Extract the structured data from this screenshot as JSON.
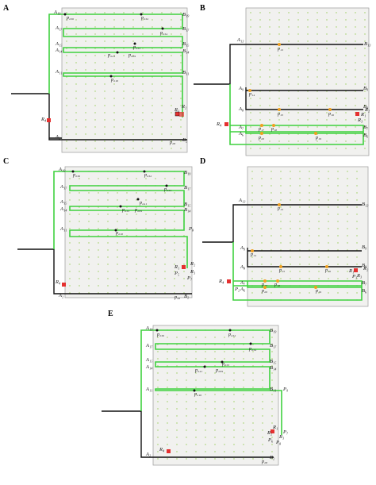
{
  "colors": {
    "green_path": "#3fd13f",
    "black_path": "#111111",
    "orange_point": "#f0a020",
    "red_marker": "#e53030",
    "grid_dot": "#9acd5a",
    "panel_fill": "#f1f1ef"
  },
  "panels": [
    {
      "id": "A",
      "letter": "A",
      "labels": [
        {
          "t": "A₁₉",
          "k": "a",
          "i": 0
        },
        {
          "t": "B₁₉",
          "k": "b",
          "i": 0
        },
        {
          "t": "A₁₇",
          "k": "a",
          "i": 1
        },
        {
          "t": "B₁₇",
          "k": "b",
          "i": 1
        },
        {
          "t": "A₁₅",
          "k": "a",
          "i": 2
        },
        {
          "t": "B₁₅",
          "k": "b",
          "i": 2
        },
        {
          "t": "A₁₄",
          "k": "a",
          "i": 3
        },
        {
          "t": "B₁₄",
          "k": "b",
          "i": 3
        },
        {
          "t": "A₁₁",
          "k": "a",
          "i": 4
        },
        {
          "t": "B₁₁",
          "k": "b",
          "i": 4
        },
        {
          "t": "A₂",
          "k": "a",
          "i": 5
        },
        {
          "t": "B₂",
          "k": "b",
          "i": 5
        }
      ],
      "points": [
        "p₂₃₆",
        "p₂₃₂",
        "p₂₃₄",
        "p₂₃₃",
        "p₂₄₁",
        "p₂₀₉",
        "p₂₁₀",
        "p₂₈"
      ],
      "markers": [
        "R₁",
        "R₂",
        "R₄"
      ]
    },
    {
      "id": "B",
      "letter": "B",
      "labels": [
        {
          "t": "A₁₃",
          "k": "a",
          "i": 0
        },
        {
          "t": "B₁₃",
          "k": "b",
          "i": 0
        },
        {
          "t": "A₉",
          "k": "a",
          "i": 1
        },
        {
          "t": "B₉",
          "k": "b",
          "i": 1
        },
        {
          "t": "A₈",
          "k": "a",
          "i": 2
        },
        {
          "t": "B₈",
          "k": "b",
          "i": 2
        },
        {
          "t": "A₇",
          "k": "a",
          "i": 3
        },
        {
          "t": "B₇",
          "k": "b",
          "i": 3
        },
        {
          "t": "A₆",
          "k": "a",
          "i": 4
        },
        {
          "t": "B₆",
          "k": "b",
          "i": 4
        }
      ],
      "points": [
        "p₁₃",
        "p₁₄",
        "p₁₅",
        "p₁₆",
        "p₁₇",
        "p₁₈",
        "p₁₉",
        "p₂₀"
      ],
      "markers": [
        "R₁",
        "R₂",
        "R₃",
        "R₄"
      ]
    },
    {
      "id": "C",
      "letter": "C",
      "labels": [
        {
          "t": "A₁₉",
          "k": "a",
          "i": 0
        },
        {
          "t": "B₁₉",
          "k": "b",
          "i": 0
        },
        {
          "t": "A₁₇",
          "k": "a",
          "i": 1
        },
        {
          "t": "B₁₇",
          "k": "b",
          "i": 1
        },
        {
          "t": "A₁₅",
          "k": "a",
          "i": 2
        },
        {
          "t": "B₁₅",
          "k": "b",
          "i": 2
        },
        {
          "t": "A₁₄",
          "k": "a",
          "i": 3
        },
        {
          "t": "B₁₄",
          "k": "b",
          "i": 3
        },
        {
          "t": "A₁₁",
          "k": "a",
          "i": 4
        },
        {
          "t": "P₈",
          "k": "b",
          "i": 4
        },
        {
          "t": "A₂",
          "k": "a",
          "i": 5
        },
        {
          "t": "B₂",
          "k": "b",
          "i": 5
        }
      ],
      "points": [
        "p₂₃₆",
        "p₂₃₂",
        "p₂₃₄",
        "p₂₄₁",
        "p₂₃₃",
        "p₂₀₉",
        "p₂₁₀",
        "p₂₈"
      ],
      "markers": [
        "R₁",
        "R₂",
        "R₃",
        "R₄",
        "P₅",
        "P₇"
      ]
    },
    {
      "id": "D",
      "letter": "D",
      "labels": [
        {
          "t": "A₁₃",
          "k": "a",
          "i": 0
        },
        {
          "t": "B₁₃",
          "k": "b",
          "i": 0
        },
        {
          "t": "A₉",
          "k": "a",
          "i": 1
        },
        {
          "t": "B₉",
          "k": "b",
          "i": 1
        },
        {
          "t": "A₈",
          "k": "a",
          "i": 2
        },
        {
          "t": "B₈",
          "k": "b",
          "i": 2
        },
        {
          "t": "A₇",
          "k": "a",
          "i": 3
        },
        {
          "t": "B₇",
          "k": "b",
          "i": 3
        },
        {
          "t": "A₆",
          "k": "a",
          "i": 4
        },
        {
          "t": "B₆",
          "k": "b",
          "i": 4
        }
      ],
      "points": [
        "p₁₃",
        "p₁₄",
        "p₁₅",
        "p₁₆",
        "p₁₇",
        "p₁₈",
        "p₁₉",
        "p₂₀"
      ],
      "markers": [
        "R₁",
        "R₂",
        "R₃",
        "R₄",
        "P₂",
        "P₃"
      ]
    },
    {
      "id": "E",
      "letter": "E",
      "labels": [
        {
          "t": "A₁₉",
          "k": "a",
          "i": 0
        },
        {
          "t": "B₁₉",
          "k": "b",
          "i": 0
        },
        {
          "t": "A₁₇",
          "k": "a",
          "i": 1
        },
        {
          "t": "B₁₇",
          "k": "b",
          "i": 1
        },
        {
          "t": "A₁₅",
          "k": "a",
          "i": 2
        },
        {
          "t": "B₁₅",
          "k": "b",
          "i": 2
        },
        {
          "t": "A₁₄",
          "k": "a",
          "i": 3
        },
        {
          "t": "B₁₄",
          "k": "b",
          "i": 3
        },
        {
          "t": "A₁₁",
          "k": "a",
          "i": 4
        },
        {
          "t": "B₁₁",
          "k": "b",
          "i": 4
        },
        {
          "t": "A₂",
          "k": "a",
          "i": 5
        },
        {
          "t": "B₂",
          "k": "b",
          "i": 5
        }
      ],
      "points": [
        "p₂₃₆",
        "p₂₃₂",
        "p₂₃₄",
        "p₂₄₁",
        "p₂₃₃",
        "p₂₀₉",
        "p₂₁₀",
        "p₂₈"
      ],
      "markers": [
        "R₁",
        "R₂",
        "R₃",
        "R₄",
        "P₆",
        "P₇",
        "P₈",
        "P₉"
      ],
      "extra_labels": [
        "B₁₁",
        "P₉"
      ]
    }
  ]
}
